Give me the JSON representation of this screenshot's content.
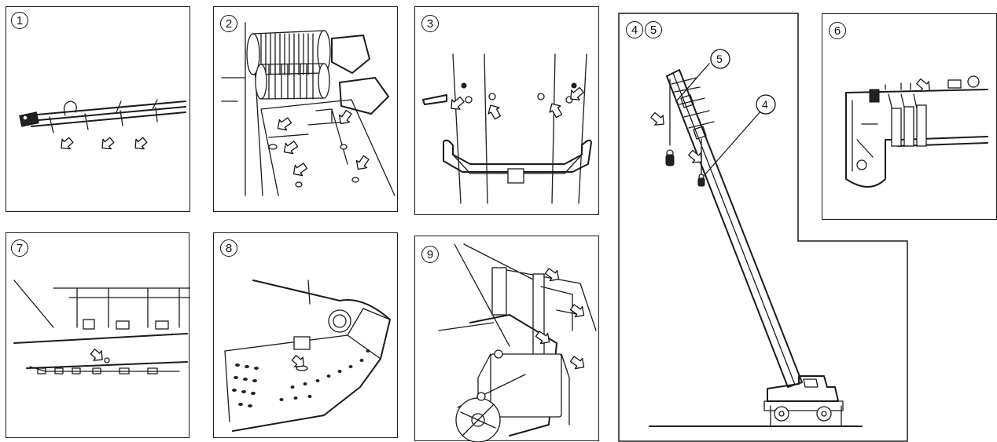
{
  "panels": [
    {
      "id": "p1",
      "label": "1"
    },
    {
      "id": "p2",
      "label": "2"
    },
    {
      "id": "p3",
      "label": "3"
    },
    {
      "id": "p45",
      "label_a": "4",
      "label_b": "5",
      "callout_a": "5",
      "callout_b": "4"
    },
    {
      "id": "p6",
      "label": "6"
    },
    {
      "id": "p7",
      "label": "7"
    },
    {
      "id": "p8",
      "label": "8"
    },
    {
      "id": "p9",
      "label": "9"
    }
  ]
}
